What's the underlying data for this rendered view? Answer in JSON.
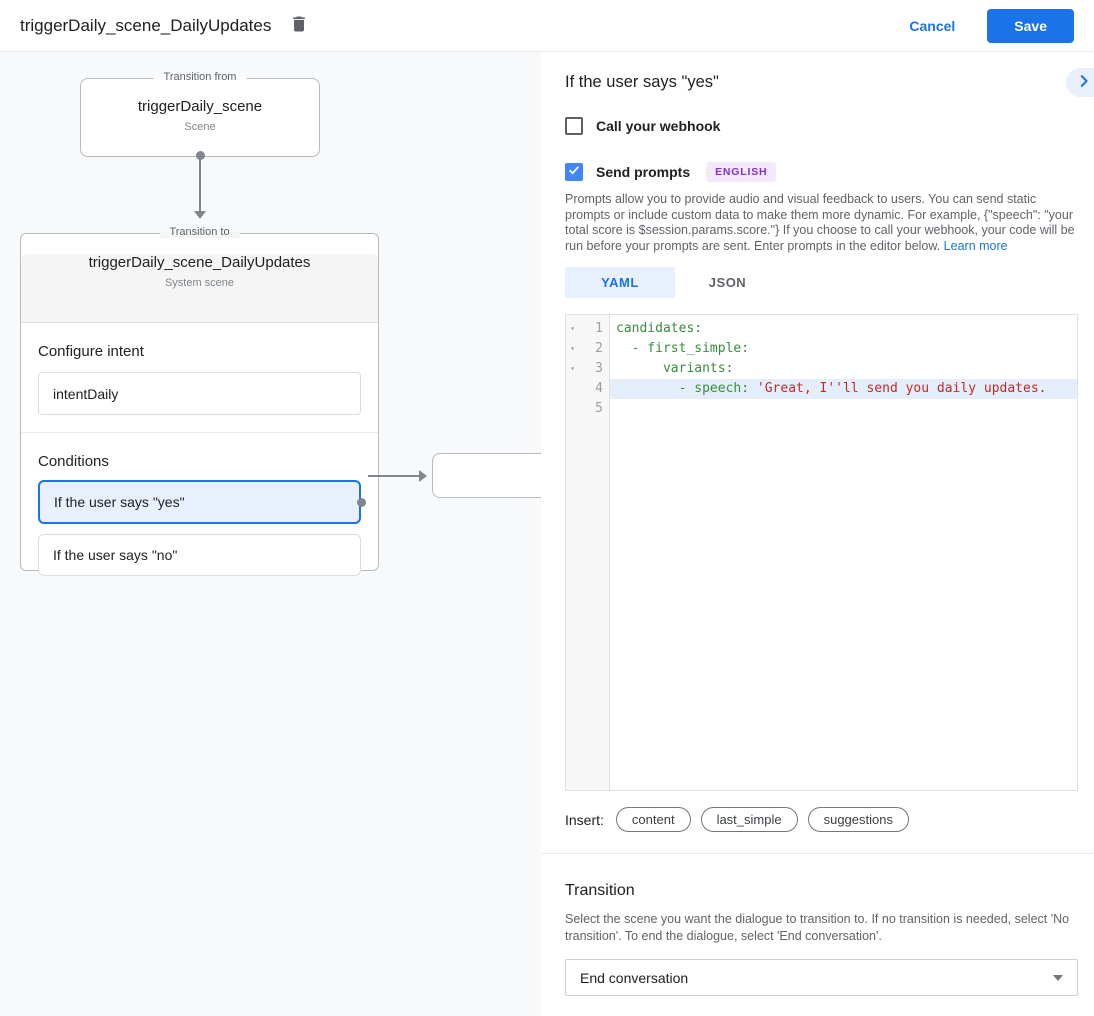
{
  "header": {
    "title": "triggerDaily_scene_DailyUpdates",
    "cancel_label": "Cancel",
    "save_label": "Save"
  },
  "diagram": {
    "from_box": {
      "legend": "Transition from",
      "title": "triggerDaily_scene",
      "subtitle": "Scene"
    },
    "to_box": {
      "legend": "Transition to",
      "title": "triggerDaily_scene_DailyUpdates",
      "subtitle": "System scene",
      "configure_intent": {
        "heading": "Configure intent",
        "value": "intentDaily"
      },
      "conditions": {
        "heading": "Conditions",
        "items": [
          {
            "label": "If the user says \"yes\"",
            "selected": true
          },
          {
            "label": "If the user says \"no\"",
            "selected": false
          }
        ]
      }
    }
  },
  "panel": {
    "title": "If the user says \"yes\"",
    "webhook_checkbox": {
      "label": "Call your webhook",
      "checked": false
    },
    "prompts_checkbox": {
      "label": "Send prompts",
      "checked": true,
      "badge": "ENGLISH"
    },
    "description": "Prompts allow you to provide audio and visual feedback to users. You can send static prompts or include custom data to make them more dynamic. For example, {\"speech\": \"your total score is $session.params.score.\"} If you choose to call your webhook, your code will be run before your prompts are sent. Enter prompts in the editor below. ",
    "learn_more": "Learn more",
    "tabs": [
      {
        "label": "YAML",
        "selected": true
      },
      {
        "label": "JSON",
        "selected": false
      }
    ],
    "editor": {
      "lines": [
        {
          "num": "1",
          "collapse": true,
          "highlighted": false,
          "segments": [
            {
              "t": "candidates:",
              "c": "key"
            }
          ]
        },
        {
          "num": "2",
          "collapse": true,
          "highlighted": false,
          "segments": [
            {
              "t": "  - first_simple:",
              "c": "key"
            }
          ]
        },
        {
          "num": "3",
          "collapse": true,
          "highlighted": false,
          "segments": [
            {
              "t": "      variants:",
              "c": "key"
            }
          ]
        },
        {
          "num": "4",
          "collapse": false,
          "highlighted": true,
          "segments": [
            {
              "t": "        - speech: ",
              "c": "key"
            },
            {
              "t": "'Great, I''ll send you daily updates.",
              "c": "string"
            }
          ]
        },
        {
          "num": "5",
          "collapse": false,
          "highlighted": false,
          "segments": []
        }
      ]
    },
    "insert": {
      "label": "Insert:",
      "buttons": [
        "content",
        "last_simple",
        "suggestions"
      ]
    },
    "transition": {
      "heading": "Transition",
      "description": "Select the scene you want the dialogue to transition to. If no transition is needed, select 'No transition'. To end the dialogue, select 'End conversation'.",
      "dropdown_value": "End conversation"
    }
  },
  "colors": {
    "accent_blue": "#1a73e8",
    "checkbox_blue": "#4285f4",
    "selected_bg": "#e8f0fe",
    "badge_purple_text": "#8430ce",
    "badge_purple_bg": "#f4e8fd",
    "code_key_green": "#388e3c",
    "code_string_red": "#c62828",
    "line_highlight": "#e3eefa"
  }
}
